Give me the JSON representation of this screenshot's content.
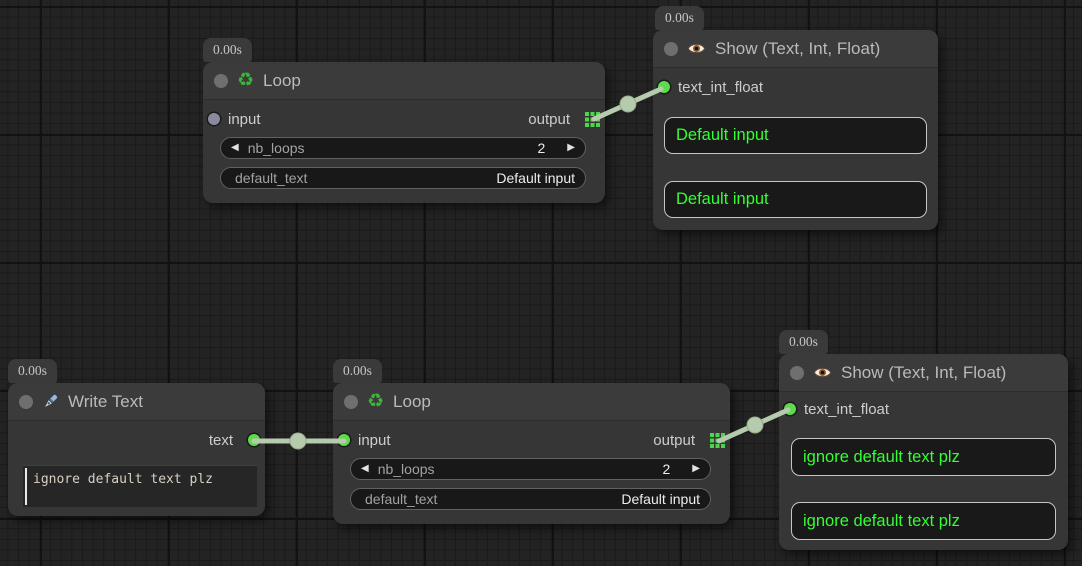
{
  "colors": {
    "link": "#b6cbae",
    "slot_connected_green": "#5ddb4a",
    "slot_unconnected_grey": "#8a8a9e",
    "display_text_green": "#33ff33",
    "output_grid_green": "#4cd64c",
    "recycle_green": "#3db53d"
  },
  "icons": {
    "recycle_glyph": "♻",
    "decrement_glyph": "◀",
    "increment_glyph": "▶"
  },
  "nodes": {
    "loop_top": {
      "badge": "0.00s",
      "title": "Loop",
      "input_label": "input",
      "output_label": "output",
      "nb_loops": {
        "label": "nb_loops",
        "value": "2"
      },
      "default_text": {
        "label": "default_text",
        "value": "Default input"
      }
    },
    "show_top": {
      "badge": "0.00s",
      "title": "Show (Text, Int, Float)",
      "input_label": "text_int_float",
      "display_1": "Default input",
      "display_2": "Default input"
    },
    "write_text": {
      "badge": "0.00s",
      "title": "Write Text",
      "output_label": "text",
      "text_value": "ignore default text plz"
    },
    "loop_bottom": {
      "badge": "0.00s",
      "title": "Loop",
      "input_label": "input",
      "output_label": "output",
      "nb_loops": {
        "label": "nb_loops",
        "value": "2"
      },
      "default_text": {
        "label": "default_text",
        "value": "Default input"
      }
    },
    "show_bottom": {
      "badge": "0.00s",
      "title": "Show (Text, Int, Float)",
      "input_label": "text_int_float",
      "display_1": "ignore default text plz",
      "display_2": "ignore default text plz"
    }
  }
}
